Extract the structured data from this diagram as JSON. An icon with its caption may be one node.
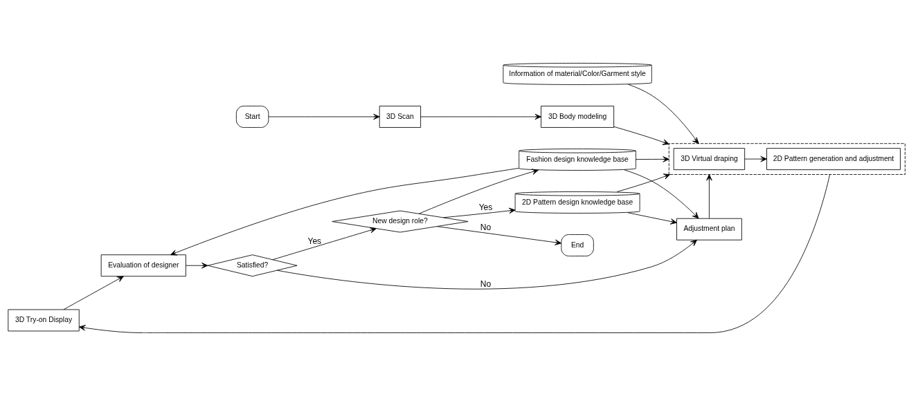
{
  "diagram": {
    "nodes": [
      {
        "text": [
          "Start"
        ]
      },
      {
        "text": [
          "Information of material/Color/Garment style"
        ]
      },
      {
        "text": [
          "End"
        ]
      },
      {
        "text": [
          "3D Scan"
        ]
      },
      {
        "text": [
          "3D Body modeling"
        ]
      },
      {
        "text": [],
        "shape": "box"
      },
      {
        "text": [
          "3D Virtual draping"
        ],
        "in": 5
      },
      {
        "text": [
          "2D Pattern generation and adjustment"
        ],
        "in": 5
      },
      {
        "text": [
          "3D Try-on Display"
        ]
      },
      {
        "text": [
          "Evaluation of designer"
        ]
      },
      {
        "text": [
          "Satisfied?"
        ]
      },
      {
        "text": [
          "New design role?"
        ]
      },
      {
        "text": [
          "2D Pattern design knowledge base"
        ]
      },
      {
        "text": [
          "Adjustment plan"
        ]
      },
      {
        "text": [
          "Fashion design knowledge base"
        ]
      }
    ],
    "edges": [
      {
        "from": 0,
        "to": 3,
        "arrow": "to"
      },
      {
        "from": 1,
        "to": 5,
        "arrow": "to"
      },
      {
        "from": 3,
        "to": 4,
        "arrow": "to"
      },
      {
        "from": 4,
        "to": 5,
        "arrow": "to"
      },
      {
        "from": 6,
        "to": 7,
        "arrow": "to"
      },
      {
        "from": 5,
        "to": 8,
        "arrow": "to"
      },
      {
        "from": 8,
        "to": 9,
        "arrow": "to"
      },
      {
        "from": 9,
        "to": 10,
        "arrow": "to"
      },
      {
        "from": 10,
        "to": 11,
        "arrow": "to",
        "label": "Yes"
      },
      {
        "from": 11,
        "to": 2,
        "arrow": "to",
        "label": "No"
      },
      {
        "from": 12,
        "to": 5,
        "arrow": "to"
      },
      {
        "from": 13,
        "to": 5,
        "arrow": "to"
      },
      {
        "from": 14,
        "to": 5,
        "arrow": "to"
      },
      {
        "from": 12,
        "to": 13,
        "arrow": "to"
      },
      {
        "from": 14,
        "to": 13,
        "arrow": "to"
      },
      {
        "from": 14,
        "to": 9,
        "arrow": "to"
      },
      {
        "from": 10,
        "to": 13,
        "arrow": "to",
        "label": "No"
      },
      {
        "from": 11,
        "to": 12,
        "arrow": "to",
        "label": "Yes"
      },
      {
        "from": 11,
        "to": 14,
        "arrow": "to"
      }
    ]
  }
}
